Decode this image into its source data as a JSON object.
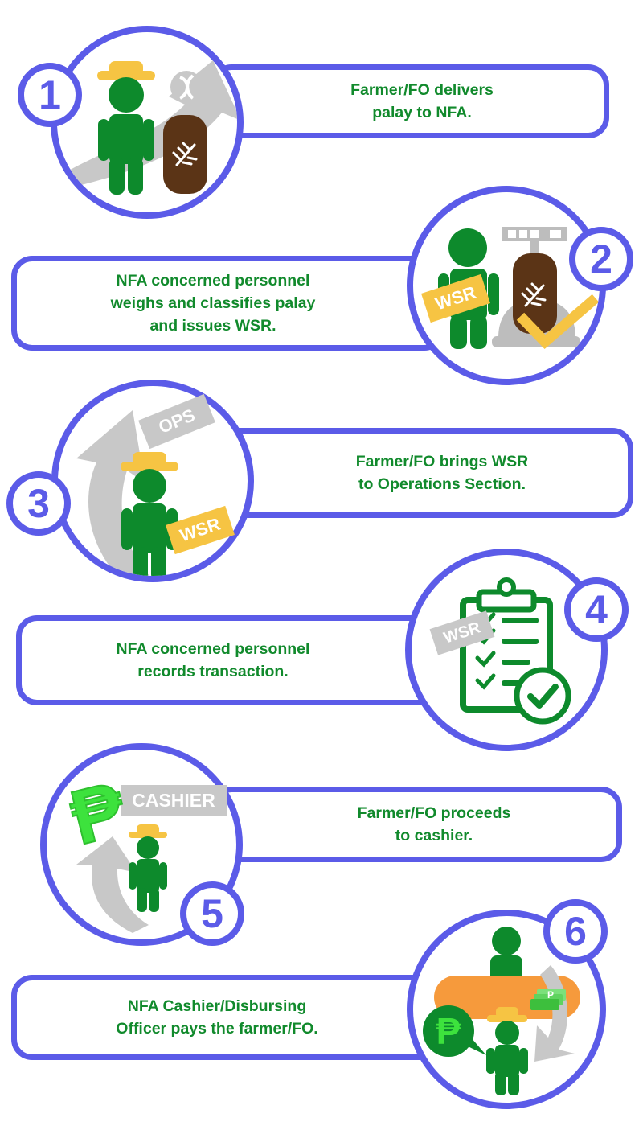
{
  "colors": {
    "accent": "#5b5be8",
    "text_green": "#118a2c",
    "figure_green": "#0d8a2c",
    "hat_yellow": "#f6c443",
    "sack_brown": "#5b3416",
    "arrow_gray": "#c8c8c8",
    "desk_orange": "#f69a3c",
    "peso_green": "#3de23d"
  },
  "steps": [
    {
      "number": "1",
      "lines": [
        "Farmer/FO delivers",
        "palay to NFA."
      ],
      "icons": [
        "farmer-icon",
        "palay-sack-icon",
        "arrow-icon",
        "grain-icon"
      ]
    },
    {
      "number": "2",
      "lines": [
        "NFA concerned personnel",
        "weighs and classifies palay",
        "and issues WSR."
      ],
      "icons": [
        "personnel-icon",
        "weighing-scale-icon",
        "palay-sack-icon",
        "check-icon"
      ],
      "tag": "WSR"
    },
    {
      "number": "3",
      "lines": [
        "Farmer/FO brings WSR",
        "to Operations Section."
      ],
      "icons": [
        "farmer-icon",
        "arrow-icon"
      ],
      "tags": [
        "OPS",
        "WSR"
      ]
    },
    {
      "number": "4",
      "lines": [
        "NFA concerned personnel",
        "records transaction."
      ],
      "icons": [
        "clipboard-icon",
        "check-circle-icon"
      ],
      "tag": "WSR"
    },
    {
      "number": "5",
      "lines": [
        "Farmer/FO proceeds",
        "to cashier."
      ],
      "icons": [
        "farmer-icon",
        "peso-icon",
        "arrow-icon"
      ],
      "tag": "CASHIER"
    },
    {
      "number": "6",
      "lines": [
        "NFA Cashier/Disbursing",
        "Officer pays the farmer/FO."
      ],
      "icons": [
        "cashier-icon",
        "desk-icon",
        "farmer-icon",
        "peso-bubble-icon",
        "cash-icon",
        "arrow-icon"
      ],
      "peso_symbol": "₱",
      "cash_symbol": "P"
    }
  ]
}
